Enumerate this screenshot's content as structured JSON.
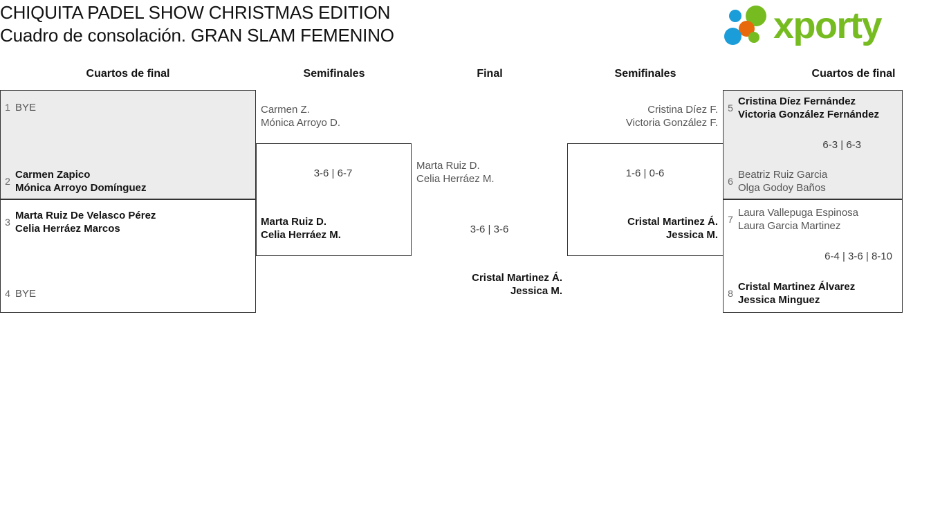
{
  "header": {
    "title_line1": "CHIQUITA PADEL SHOW CHRISTMAS EDITION",
    "title_line2": "Cuadro de consolación. GRAN SLAM FEMENINO",
    "logo_text": "xporty"
  },
  "rounds": [
    {
      "id": "qf-left",
      "label": "Cuartos de final"
    },
    {
      "id": "sf-left",
      "label": "Semifinales"
    },
    {
      "id": "final",
      "label": "Final"
    },
    {
      "id": "sf-right",
      "label": "Semifinales"
    },
    {
      "id": "qf-right",
      "label": "Cuartos de final"
    }
  ],
  "quarterfinals_left": [
    {
      "seed": "1",
      "p1": "BYE",
      "p2": "",
      "winner": false,
      "bye": true
    },
    {
      "seed": "2",
      "p1": "Carmen Zapico",
      "p2": "Mónica Arroyo Domínguez",
      "winner": true,
      "bye": false
    },
    {
      "seed": "3",
      "p1": "Marta Ruiz De Velasco Pérez",
      "p2": "Celia Herráez Marcos",
      "winner": true,
      "bye": false
    },
    {
      "seed": "4",
      "p1": "BYE",
      "p2": "",
      "winner": false,
      "bye": true
    }
  ],
  "quarterfinals_right": [
    {
      "seed": "5",
      "p1": "Cristina Díez Fernández",
      "p2": "Victoria González Fernández",
      "winner": true,
      "bye": false
    },
    {
      "seed": "6",
      "p1": "Beatriz Ruiz Garcia",
      "p2": "Olga Godoy Baños",
      "winner": false,
      "bye": false
    },
    {
      "seed": "7",
      "p1": "Laura Vallepuga Espinosa",
      "p2": "Laura Garcia Martinez",
      "winner": false,
      "bye": false
    },
    {
      "seed": "8",
      "p1": "Cristal Martinez Álvarez",
      "p2": "Jessica Minguez",
      "winner": true,
      "bye": false
    }
  ],
  "quarterfinal_scores_right": [
    {
      "id": "qf-right-top",
      "value": "6-3 | 6-3"
    },
    {
      "id": "qf-right-bottom",
      "value": "6-4 | 3-6 | 8-10"
    }
  ],
  "semifinals_left": [
    {
      "seed": "",
      "p1": "Carmen Z.",
      "p2": "Mónica Arroyo D.",
      "winner": false
    },
    {
      "seed": "",
      "p1": "Marta Ruiz D.",
      "p2": "Celia Herráez M.",
      "winner": true
    }
  ],
  "semifinals_right": [
    {
      "seed": "",
      "p1": "Cristina Díez F.",
      "p2": "Victoria González F.",
      "winner": false
    },
    {
      "seed": "",
      "p1": "Cristal Martinez Á.",
      "p2": "Jessica M.",
      "winner": true
    }
  ],
  "semifinal_scores": [
    {
      "id": "sf-left-score",
      "value": "3-6 | 6-7"
    },
    {
      "id": "sf-right-score",
      "value": "1-6 | 0-6"
    }
  ],
  "final": {
    "left_team": {
      "p1": "Marta Ruiz D.",
      "p2": "Celia Herráez M.",
      "winner": false
    },
    "right_team": {
      "p1": "Cristal Martinez Á.",
      "p2": "Jessica M.",
      "winner": true
    },
    "score": "3-6 | 3-6"
  },
  "colors": {
    "shaded_box": "#ececec",
    "border": "#333333",
    "winner_text": "#141414",
    "loser_text": "#555555",
    "seed_text": "#666666",
    "logo_green": "#76bc21",
    "logo_blue": "#1a9dd9",
    "logo_orange": "#e8690b"
  }
}
